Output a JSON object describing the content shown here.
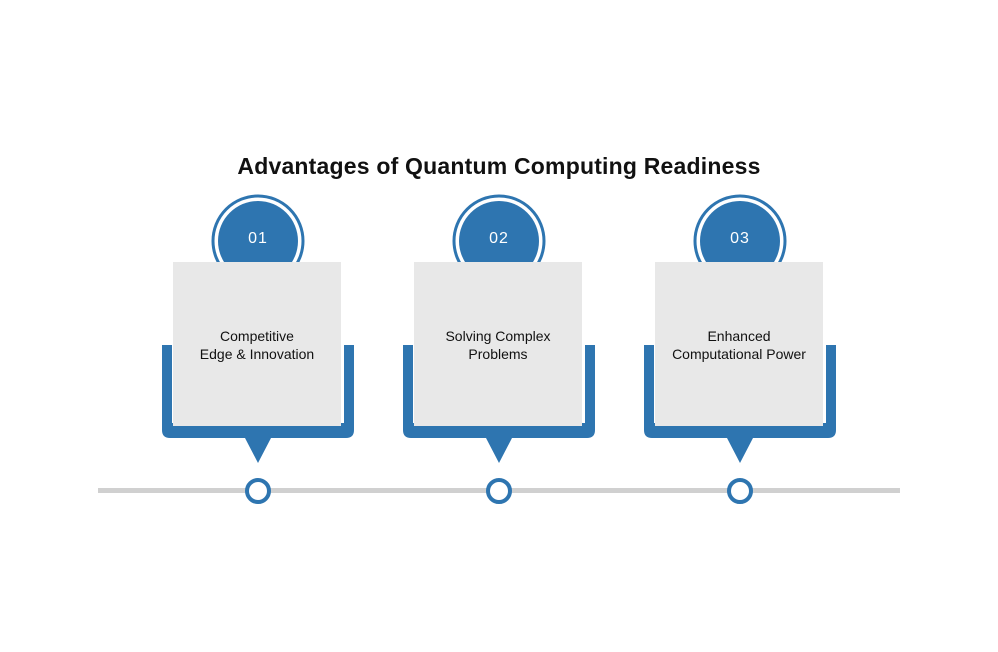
{
  "title": "Advantages of Quantum Computing Readiness",
  "colors": {
    "accent": "#2e75b0",
    "card_fill": "#e8e8e8",
    "timeline": "#d0d0d0",
    "text": "#111111"
  },
  "steps": [
    {
      "number": "01",
      "label": "Competitive\nEdge & Innovation"
    },
    {
      "number": "02",
      "label": "Solving Complex\nProblems"
    },
    {
      "number": "03",
      "label": "Enhanced\nComputational Power"
    }
  ]
}
